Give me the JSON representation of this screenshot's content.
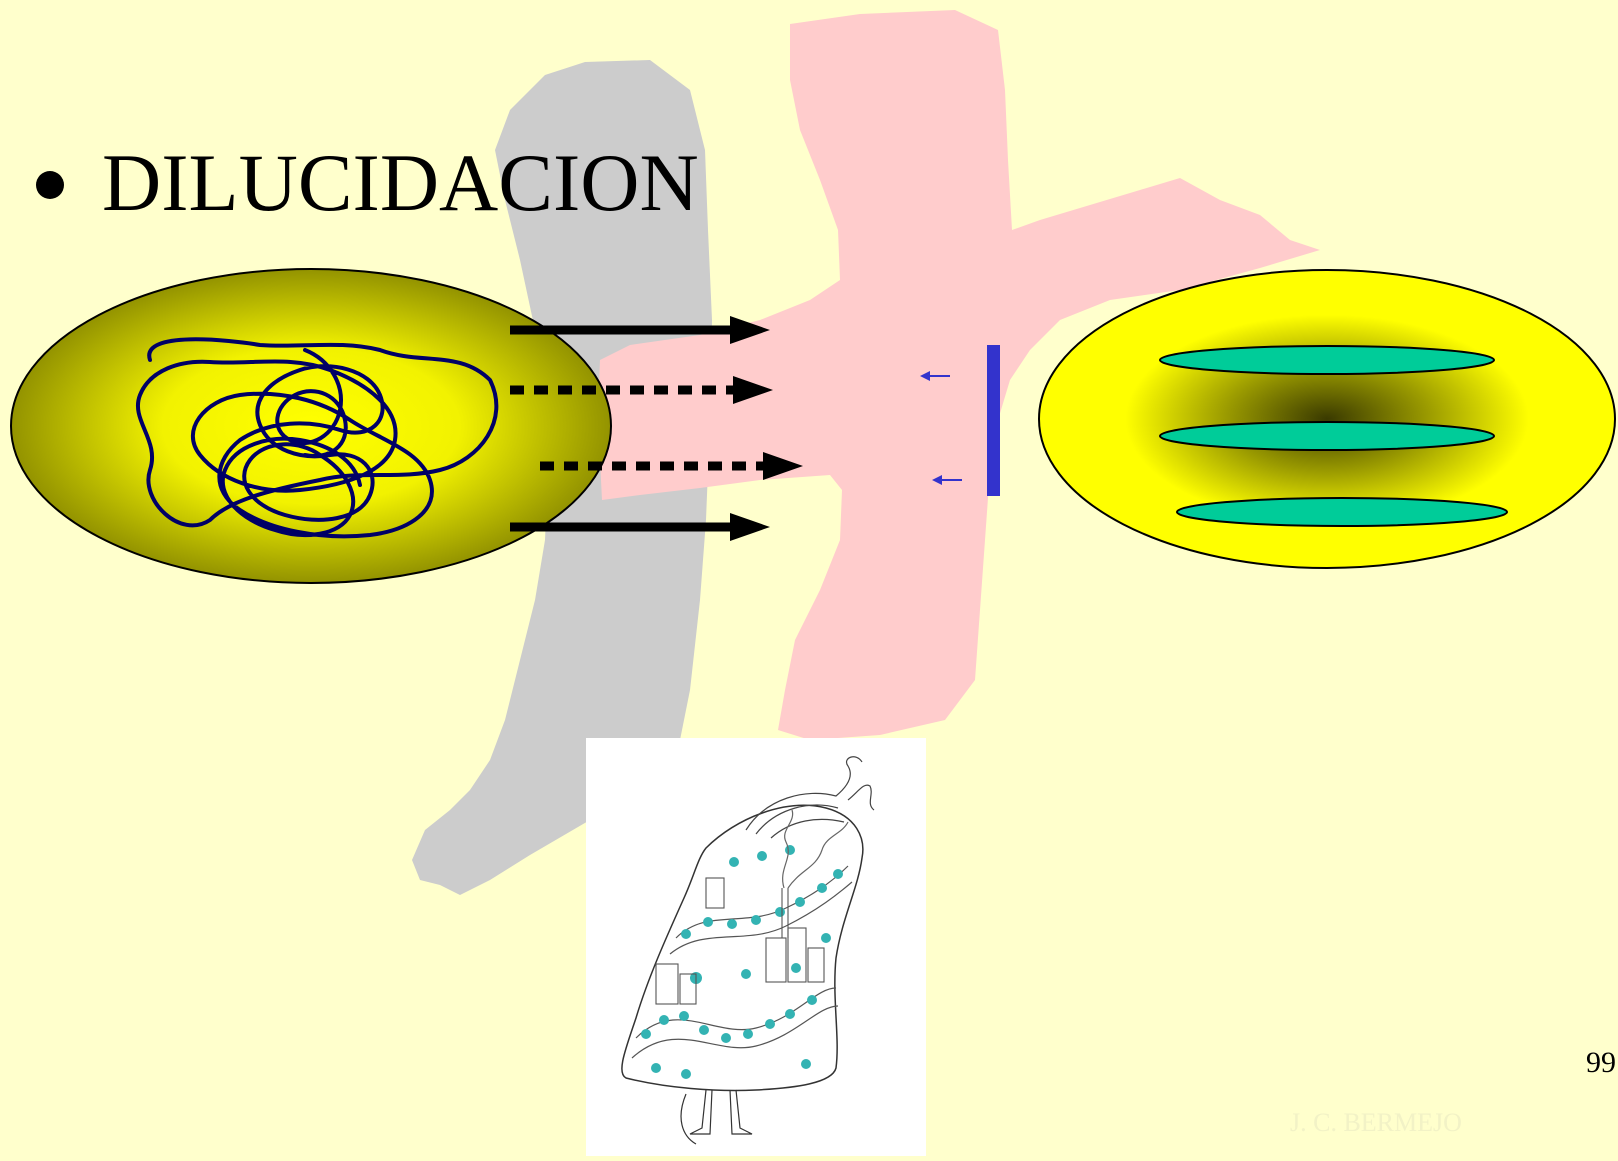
{
  "slide": {
    "bullet_text": "DILUCIDACION",
    "page_number": "99",
    "author": "J. C. BERMEJO"
  },
  "colors": {
    "background": "#FFFFCC",
    "gray_arm": "#CCCCCC",
    "pink_arm": "#FFCCCC",
    "left_ellipse_outer": "#808000",
    "left_ellipse_inner": "#FFFF00",
    "scribble": "#000066",
    "arrow": "#000000",
    "blue_bar": "#3333CC",
    "right_ellipse": "#FFFF00",
    "teal_bars": "#00CC99"
  }
}
